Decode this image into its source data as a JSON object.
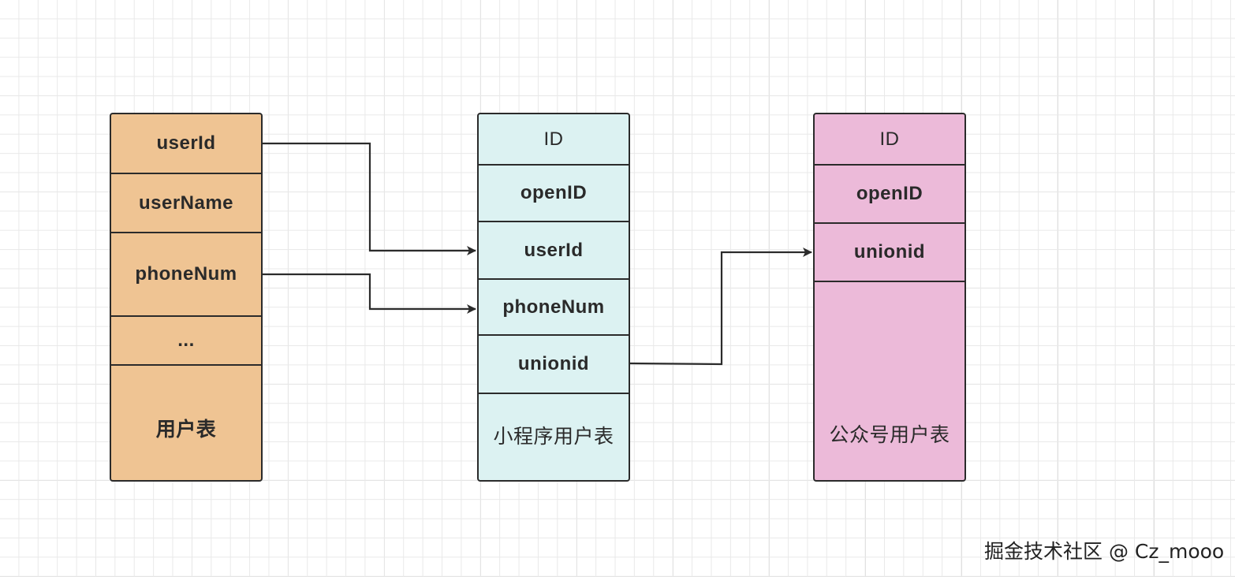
{
  "tables": {
    "user": {
      "name": "用户表",
      "fields": [
        "userId",
        "userName",
        "phoneNum",
        "..."
      ],
      "color": "#efc493"
    },
    "mini_program": {
      "name": "小程序用户表",
      "fields": [
        "ID",
        "openID",
        "userId",
        "phoneNum",
        "unionid"
      ],
      "color": "#dcf2f2"
    },
    "official_account": {
      "name": "公众号用户表",
      "fields": [
        "ID",
        "openID",
        "unionid"
      ],
      "color": "#ecbad9"
    }
  },
  "relations": [
    {
      "from": "用户表.userId",
      "to": "小程序用户表.userId"
    },
    {
      "from": "用户表.phoneNum",
      "to": "小程序用户表.phoneNum"
    },
    {
      "from": "小程序用户表.unionid",
      "to": "公众号用户表.unionid"
    }
  ],
  "watermark": "掘金技术社区 @ Cz_mooo"
}
